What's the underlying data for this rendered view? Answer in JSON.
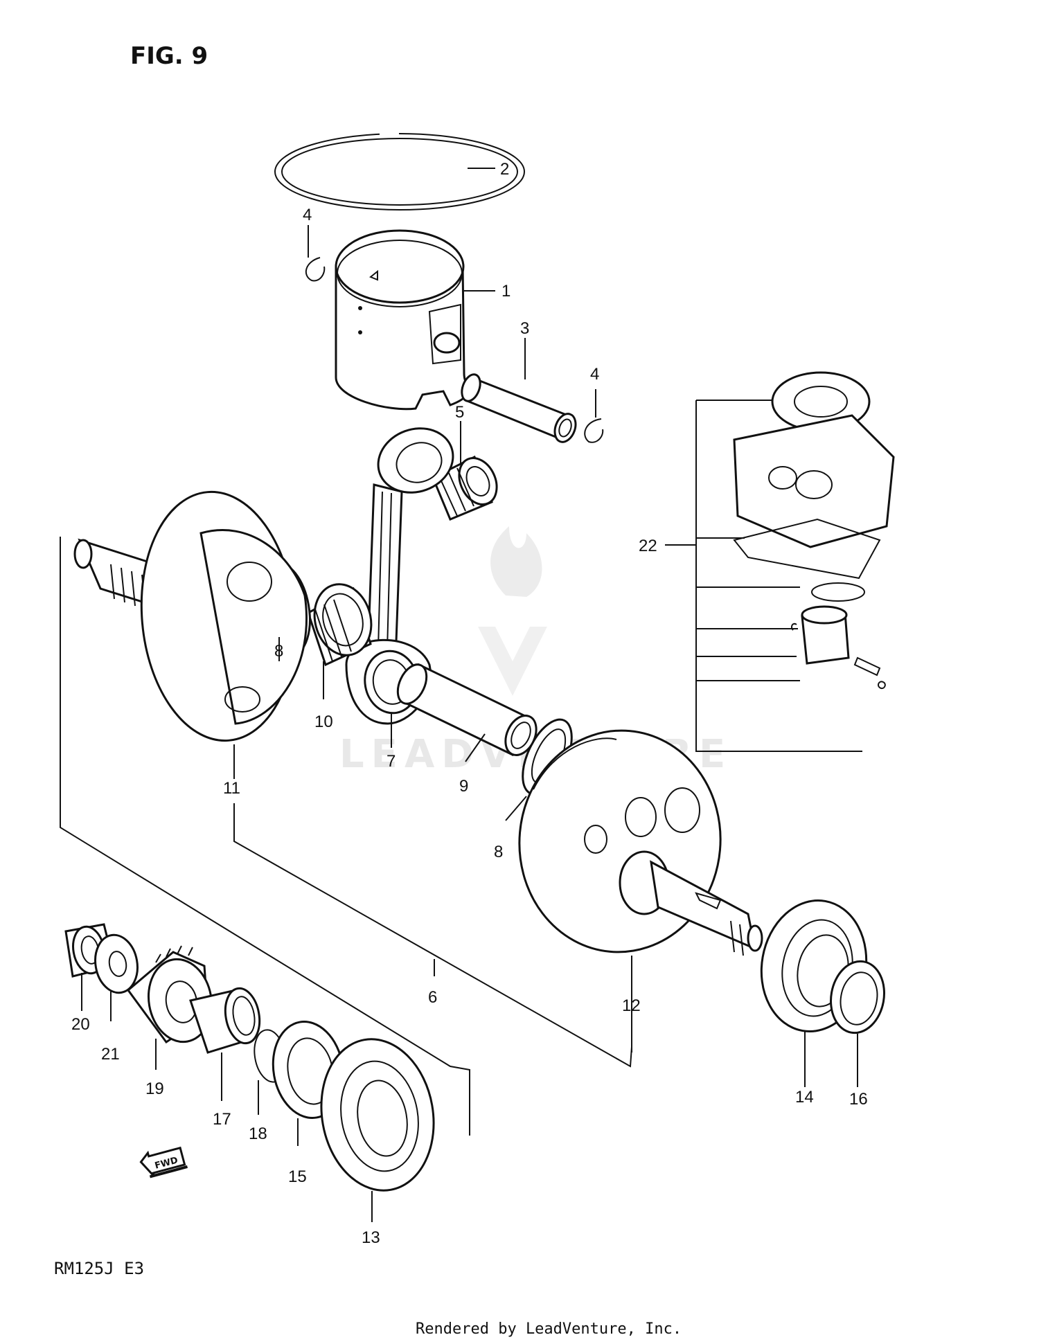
{
  "figure": {
    "title": "FIG. 9",
    "model_code": "RM125J  E3",
    "watermark": "LEADVENTURE",
    "footer": "Rendered by LeadVenture, Inc.",
    "direction_badge": "FWD"
  },
  "callouts": [
    "1",
    "2",
    "3",
    "4",
    "4",
    "5",
    "6",
    "7",
    "8",
    "8",
    "9",
    "10",
    "11",
    "12",
    "13",
    "14",
    "15",
    "16",
    "17",
    "18",
    "19",
    "20",
    "21",
    "22"
  ]
}
